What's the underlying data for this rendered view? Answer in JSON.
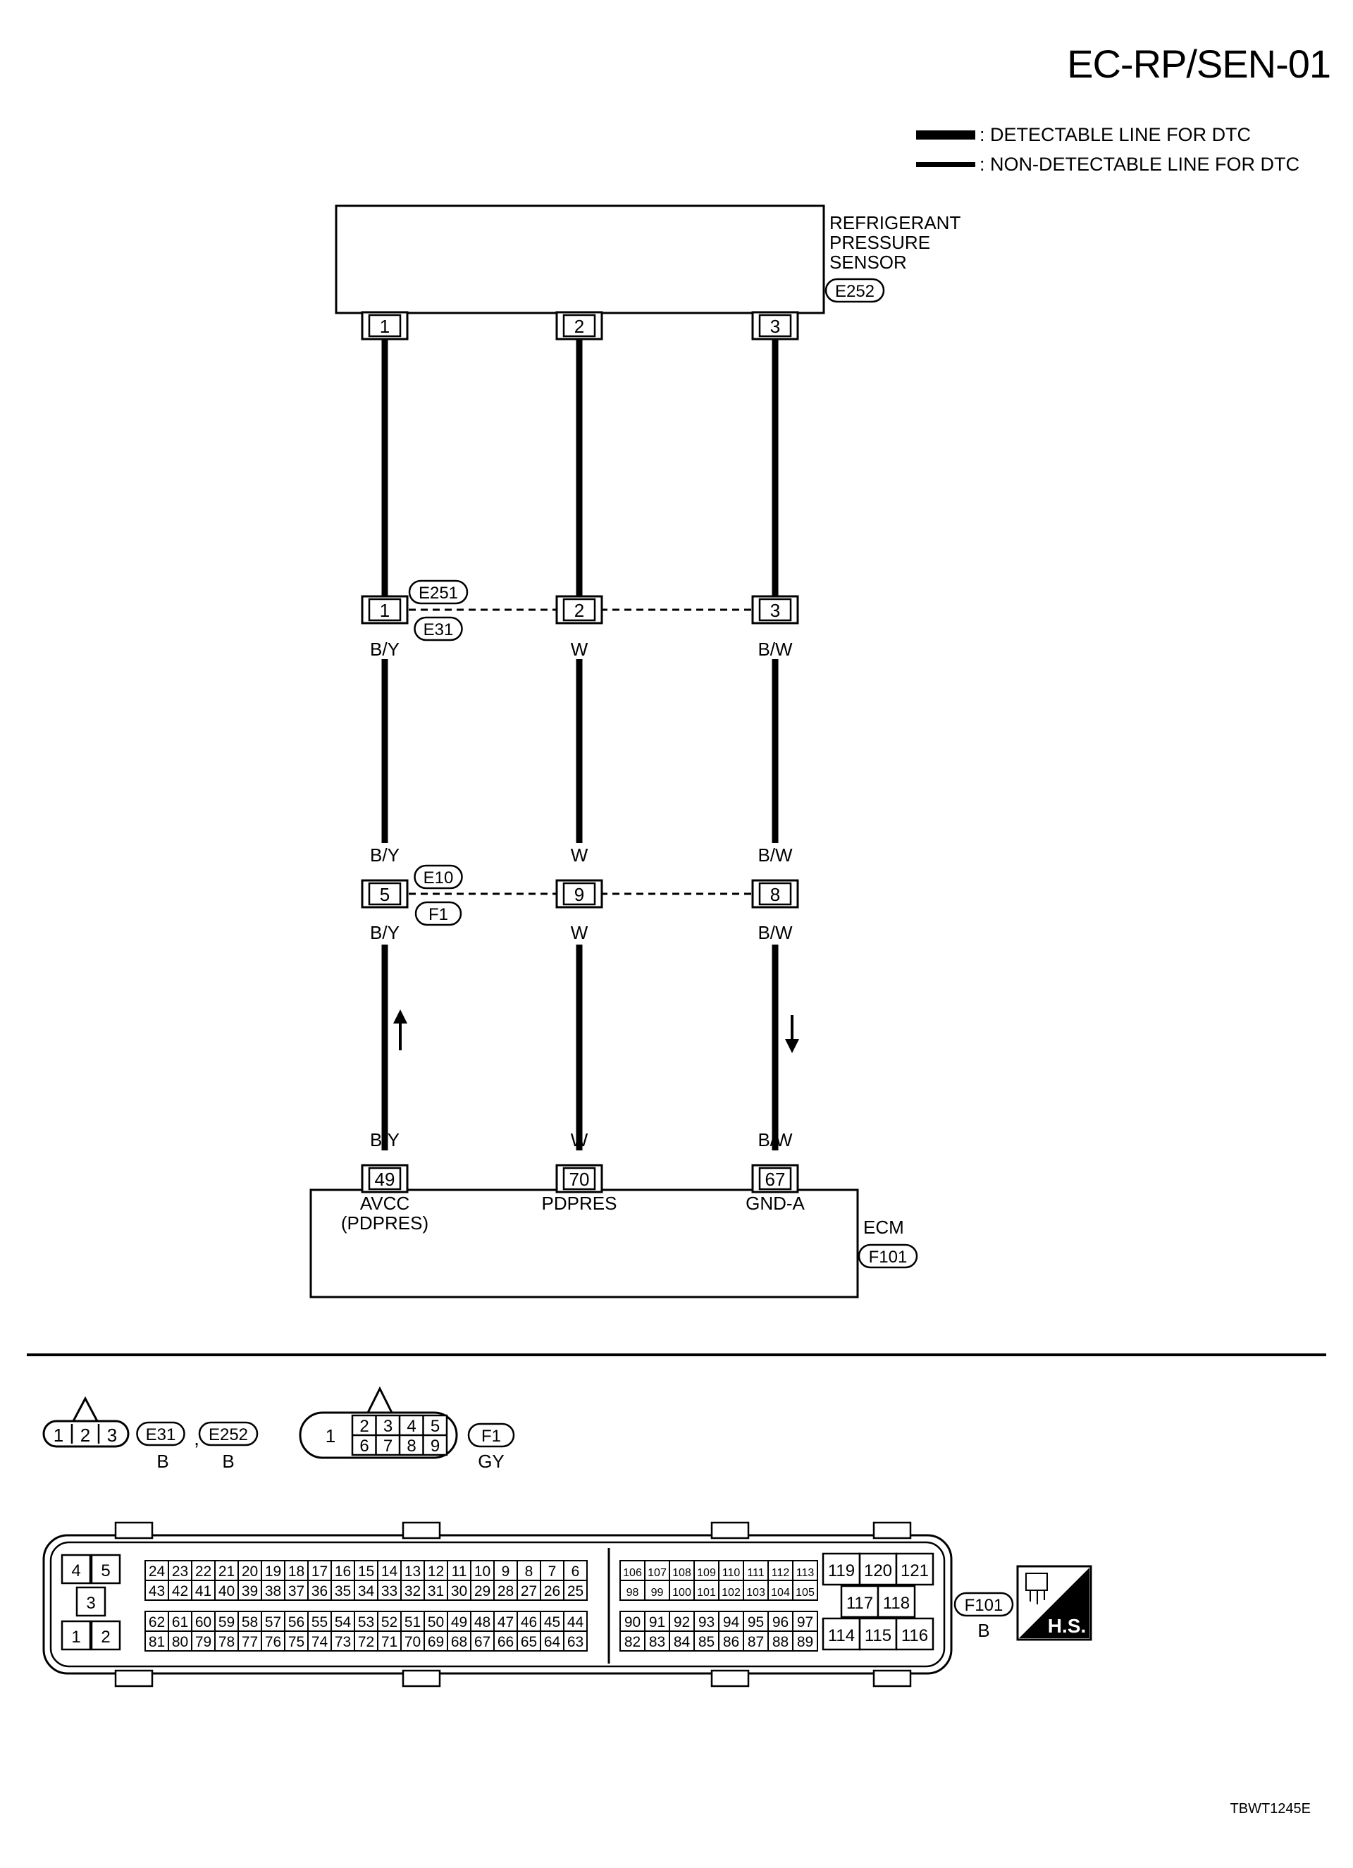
{
  "page_title": "EC-RP/SEN-01",
  "doc_code": "TBWT1245E",
  "legend": [
    {
      "style": "thick",
      "label": ": DETECTABLE LINE FOR DTC"
    },
    {
      "style": "thin",
      "label": ": NON-DETECTABLE LINE FOR DTC"
    }
  ],
  "sensor": {
    "name_lines": [
      "REFRIGERANT",
      "PRESSURE",
      "SENSOR"
    ],
    "connector": "E252",
    "pins": [
      "1",
      "2",
      "3"
    ]
  },
  "joint_upper": {
    "connectors": [
      "E251",
      "E31"
    ],
    "pins": [
      "1",
      "2",
      "3"
    ],
    "colors_below": [
      "B/Y",
      "W",
      "B/W"
    ]
  },
  "joint_lower": {
    "connectors": [
      "E10",
      "F1"
    ],
    "pins": [
      "5",
      "9",
      "8"
    ],
    "colors_above": [
      "B/Y",
      "W",
      "B/W"
    ],
    "colors_below": [
      "B/Y",
      "W",
      "B/W"
    ]
  },
  "ecm": {
    "name": "ECM",
    "connector": "F101",
    "wire_colors": [
      "B/Y",
      "W",
      "B/W"
    ],
    "pins": [
      "49",
      "70",
      "67"
    ],
    "signal_lines": [
      [
        "AVCC",
        "(PDPRES)"
      ],
      [
        "PDPRES"
      ],
      [
        "GND-A"
      ]
    ]
  },
  "connector_views": {
    "c3": {
      "pins": [
        "1",
        "2",
        "3"
      ],
      "codes": [
        "E31",
        "E252"
      ],
      "separator": ",",
      "colors": [
        "B",
        "B"
      ]
    },
    "c9": {
      "pins": [
        "1",
        "2",
        "3",
        "4",
        "5",
        "6",
        "7",
        "8",
        "9"
      ],
      "code": "F1",
      "color": "GY"
    },
    "ecm_block": {
      "left_pins": [
        "4",
        "5",
        "3",
        "1",
        "2"
      ],
      "rows_a": [
        [
          "24",
          "23",
          "22",
          "21",
          "20",
          "19",
          "18",
          "17",
          "16",
          "15",
          "14",
          "13",
          "12",
          "11",
          "10",
          "9",
          "8",
          "7",
          "6"
        ],
        [
          "43",
          "42",
          "41",
          "40",
          "39",
          "38",
          "37",
          "36",
          "35",
          "34",
          "33",
          "32",
          "31",
          "30",
          "29",
          "28",
          "27",
          "26",
          "25"
        ],
        [
          "62",
          "61",
          "60",
          "59",
          "58",
          "57",
          "56",
          "55",
          "54",
          "53",
          "52",
          "51",
          "50",
          "49",
          "48",
          "47",
          "46",
          "45",
          "44"
        ],
        [
          "81",
          "80",
          "79",
          "78",
          "77",
          "76",
          "75",
          "74",
          "73",
          "72",
          "71",
          "70",
          "69",
          "68",
          "67",
          "66",
          "65",
          "64",
          "63"
        ]
      ],
      "rows_b": [
        [
          "106",
          "107",
          "108",
          "109",
          "110",
          "111",
          "112",
          "113"
        ],
        [
          "98",
          "99",
          "100",
          "101",
          "102",
          "103",
          "104",
          "105"
        ],
        [
          "90",
          "91",
          "92",
          "93",
          "94",
          "95",
          "96",
          "97"
        ],
        [
          "82",
          "83",
          "84",
          "85",
          "86",
          "87",
          "88",
          "89"
        ]
      ],
      "right_pins": [
        "119",
        "120",
        "121",
        "117",
        "118",
        "114",
        "115",
        "116"
      ],
      "code": "F101",
      "color": "B"
    },
    "hs_badge": "H.S."
  }
}
